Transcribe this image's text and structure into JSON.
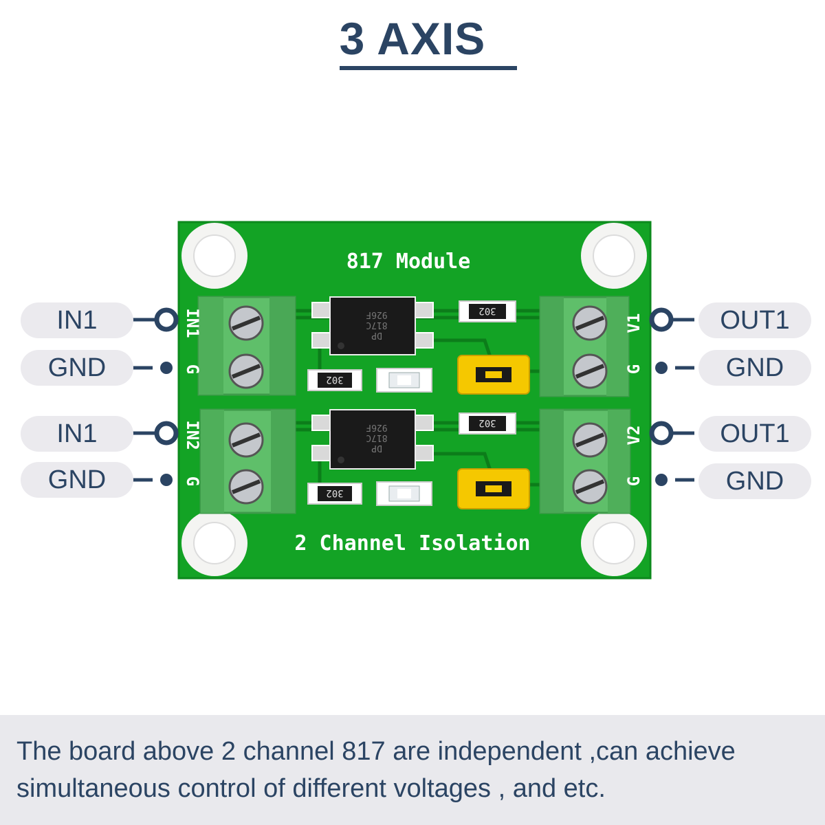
{
  "title": "3 AXIS",
  "board": {
    "title": "817 Module",
    "subtitle": "2 Channel Isolation",
    "silkscreen": {
      "in1": "IN1",
      "g1": "G",
      "in2": "IN2",
      "g2": "G",
      "v1": "V1",
      "g3": "G",
      "v2": "V2",
      "g4": "G"
    },
    "chip_marking": {
      "line1": "DP",
      "line2": "817C",
      "line3": "926F"
    },
    "resistor_code": "302"
  },
  "left_pins": [
    "IN1",
    "GND",
    "IN1",
    "GND"
  ],
  "right_pins": [
    "OUT1",
    "GND",
    "OUT1",
    "GND"
  ],
  "caption": "The board above 2 channel 817 are independent ,can achieve simultaneous control of different voltages , and etc.",
  "colors": {
    "accent": "#2b4463",
    "pcb_green": "#13a325",
    "terminal_green": "#5fbf6a",
    "jumper_yellow": "#f5c800",
    "pill_bg": "#ebeaee"
  }
}
